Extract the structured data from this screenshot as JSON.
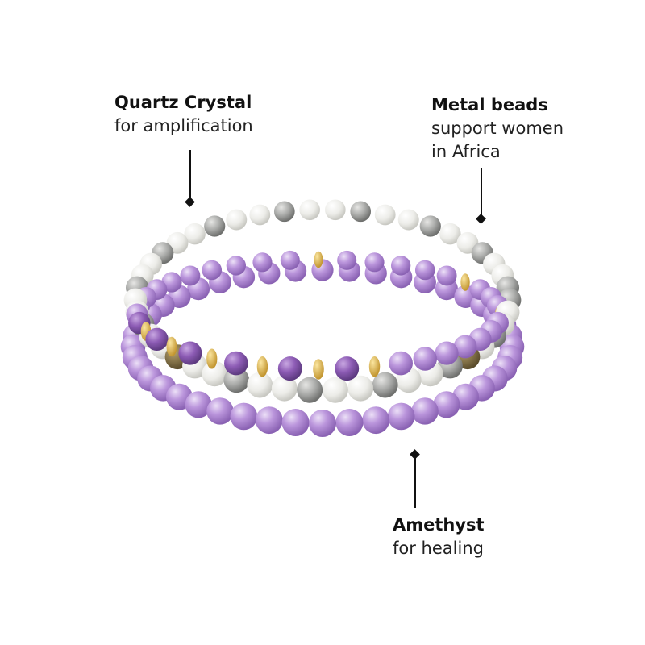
{
  "callouts": [
    {
      "title": "Quartz Crystal",
      "subtitle": "for amplification"
    },
    {
      "title": "Metal beads",
      "subtitle_lines": [
        "support women",
        "in Africa"
      ]
    },
    {
      "title": "Amethyst",
      "subtitle": "for healing"
    }
  ],
  "colors": {
    "amethyst": "#b48fd6",
    "quartz": "#eeeeea",
    "labradorite": "#a9aaa8",
    "gold_spacer": "#d9b24a",
    "bronze": "#7a6a45",
    "pyrite": "#8a8a7a"
  }
}
